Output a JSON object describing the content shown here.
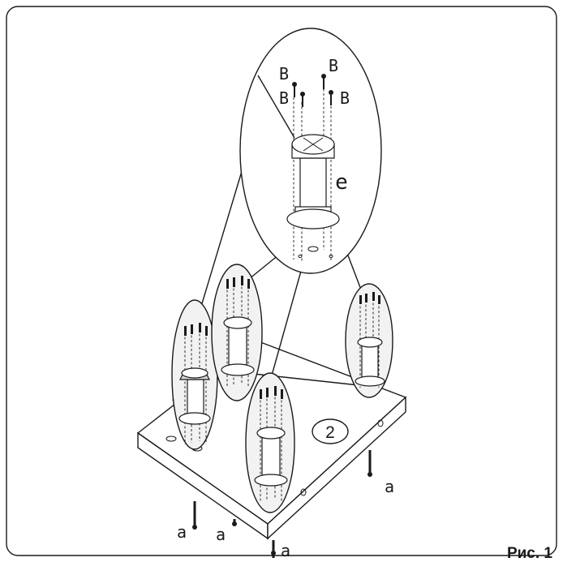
{
  "figure_caption": "Рис. 1",
  "part_labels": {
    "screw_small": "B",
    "leg": "e",
    "screw_long": "a",
    "board_number": "2"
  }
}
